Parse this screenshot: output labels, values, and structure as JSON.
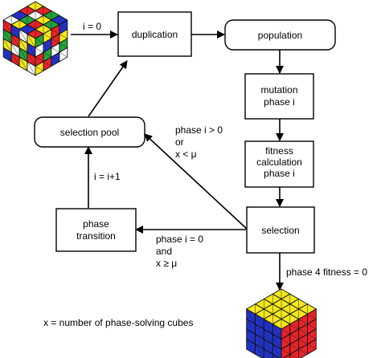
{
  "nodes": {
    "duplication": "duplication",
    "population": "population",
    "mutation": [
      "mutation",
      "phase i"
    ],
    "fitness": [
      "fitness",
      "calculation",
      "phase i"
    ],
    "selection": "selection",
    "selection_pool": "selection pool",
    "phase_transition": [
      "phase",
      "transition"
    ]
  },
  "edges": {
    "init": "i = 0",
    "increment": "i = i+1",
    "to_pool": [
      "phase i > 0",
      "or",
      "x < μ"
    ],
    "to_transition": [
      "phase i = 0",
      "and",
      "x ≥ μ"
    ],
    "to_solved": "phase 4 fitness = 0"
  },
  "legend": "x = number of phase-solving cubes",
  "colors": {
    "cube_red": "#e8232a",
    "cube_blue": "#2233cc",
    "cube_yellow": "#f5e81c",
    "cube_green": "#23a539",
    "cube_white": "#ffffff"
  },
  "icons": [
    "scrambled-cube-icon",
    "solved-cube-icon"
  ]
}
